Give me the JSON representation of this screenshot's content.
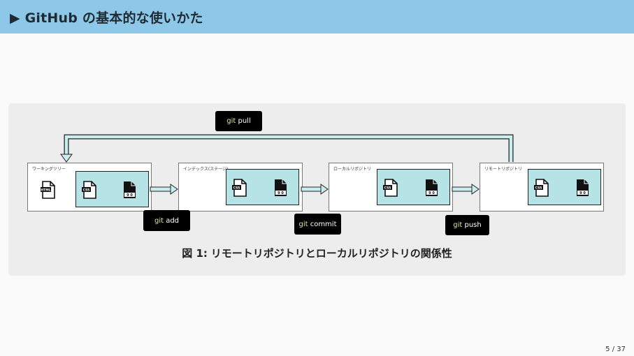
{
  "header": {
    "title": "▶ GitHub の基本的な使いかた"
  },
  "diagram": {
    "areas": [
      {
        "label": "ワーキングツリー"
      },
      {
        "label": "インデックス(ステージ)"
      },
      {
        "label": "ローカルリポジトリ"
      },
      {
        "label": "リモートリポジトリ"
      }
    ],
    "commands": {
      "pull": {
        "prefix": "git",
        "verb": "pull"
      },
      "add": {
        "prefix": "git",
        "verb": "add"
      },
      "commit": {
        "prefix": "git",
        "verb": "commit"
      },
      "push": {
        "prefix": "git",
        "verb": "push"
      }
    },
    "file_icons": {
      "html": "HTML",
      "css": "CSS",
      "other": "9 0"
    },
    "colors": {
      "header": "#8dc8e8",
      "file_box": "#b5e3e6",
      "command_bg": "#000000",
      "git_word": "#e2e29a"
    }
  },
  "caption": {
    "label": "図 1:",
    "text": "リモートリポジトリとローカルリポジトリの関係性"
  },
  "footer": {
    "page": "5 / 37"
  }
}
